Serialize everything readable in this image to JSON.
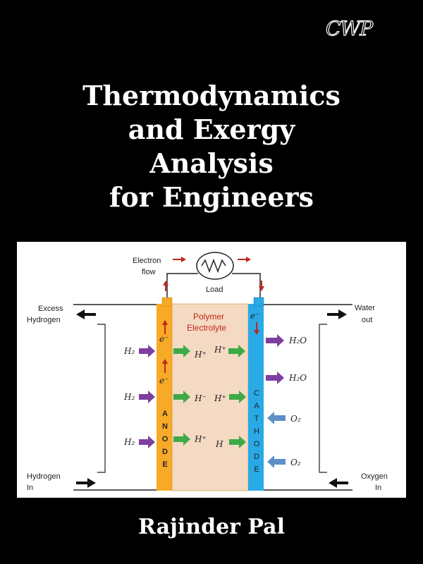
{
  "publisher_logo": "CWP",
  "title_lines": [
    "Thermodynamics",
    "and Exergy",
    "Analysis",
    "for Engineers"
  ],
  "author": "Rajinder Pal",
  "diagram": {
    "electron_flow_line1": "Electron",
    "electron_flow_line2": "flow",
    "load": "Load",
    "excess_hydrogen_line1": "Excess",
    "excess_hydrogen_line2": "Hydrogen",
    "water_out_line1": "Water",
    "water_out_line2": "out",
    "hydrogen_in_line1": "Hydrogen",
    "hydrogen_in_line2": "In",
    "oxygen_in_line1": "Oxygen",
    "oxygen_in_line2": "In",
    "electrolyte_line1": "Polymer",
    "electrolyte_line2": "Electrolyte",
    "anode_letters": [
      "A",
      "N",
      "O",
      "D",
      "E"
    ],
    "cathode_letters": [
      "C",
      "A",
      "T",
      "H",
      "O",
      "D",
      "E"
    ],
    "electron": "e⁻",
    "h2": "H₂",
    "h_plus": "H⁺",
    "h_minus": "H⁻",
    "h": "H",
    "h2o": "H₂O",
    "o2": "O₂",
    "colors": {
      "anode": "#F7A928",
      "cathode": "#29A9E6",
      "electrolyte": "#F4D9C3",
      "h2_arrow": "#7E3FA0",
      "ion_arrow": "#3DAA47",
      "water_arrow": "#7E3FA0",
      "oxygen_arrow": "#5E8FC8",
      "electron_arrow": "#C0261A",
      "label_red": "#C0261A"
    }
  }
}
